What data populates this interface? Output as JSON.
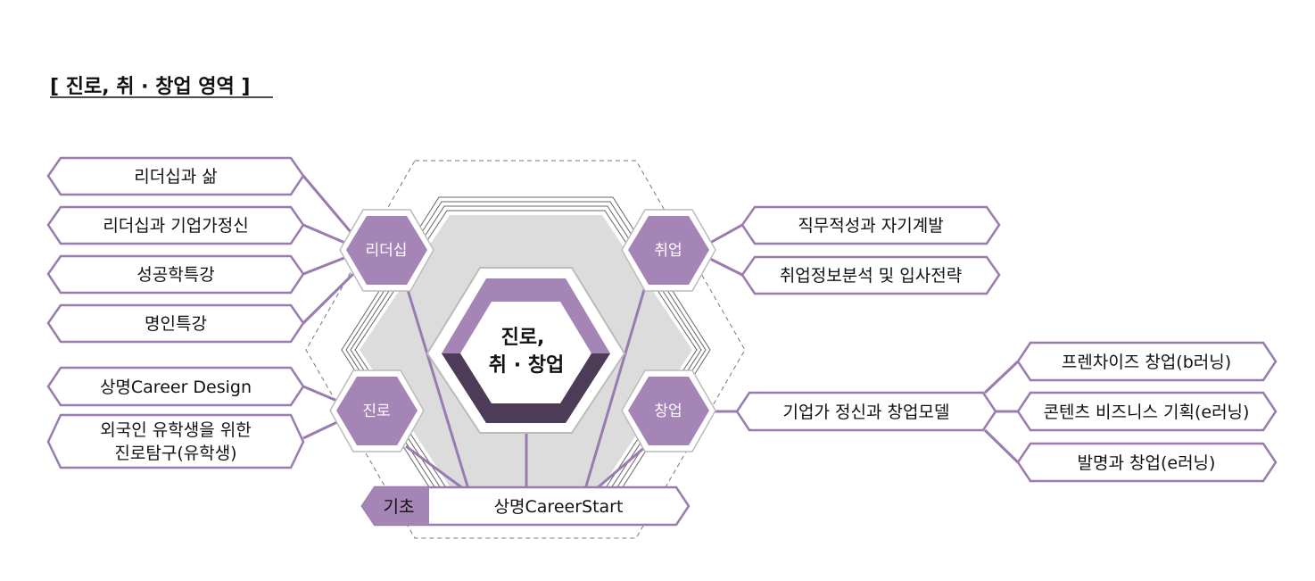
{
  "title": "[ 진로, 취 · 창업 영역 ]",
  "center": {
    "line1": "진로,",
    "line2": "취 · 창업"
  },
  "hubs": {
    "leadership": "리더십",
    "career": "진로",
    "employment": "취업",
    "startup": "창업"
  },
  "leadership_items": [
    "리더십과 삶",
    "리더십과 기업가정신",
    "성공학특강",
    "명인특강"
  ],
  "career_items": [
    "상명Career Design",
    "외국인 유학생을 위한",
    "진로탐구(유학생)"
  ],
  "employment_items": [
    "직무적성과 자기계발",
    "취업정보분석 및 입사전략"
  ],
  "startup_main": "기업가 정신과 창업모델",
  "startup_items": [
    "프렌차이즈 창업(b러닝)",
    "콘텐츠 비즈니스 기획(e러닝)",
    "발명과 창업(e러닝)"
  ],
  "base": {
    "tag": "기초",
    "label": "상명CareerStart"
  },
  "colors": {
    "accent": "#a584b6",
    "dark": "#4d3b58",
    "border": "#9a7bb0",
    "gray": "#dcdcdc"
  }
}
